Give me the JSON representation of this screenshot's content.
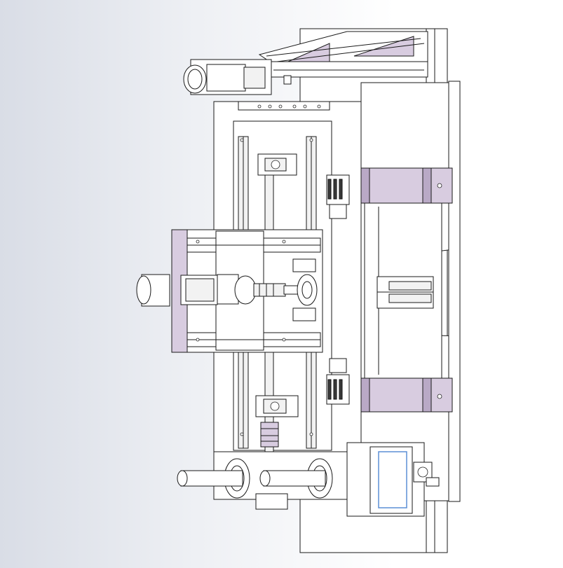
{
  "viewport": {
    "background_colors": [
      "#d9dde6",
      "#ffffff"
    ],
    "accent_colors": {
      "part_lavender": "#d8cce0",
      "part_lavender_dark": "#b9a9c6",
      "body_white": "#ffffff",
      "edge_black": "#1a1a1a",
      "highlight_blue": "#5b8fd6"
    }
  },
  "model": {
    "components": [
      "top-servo-motor",
      "top-bracket-truss",
      "main-back-plate",
      "right-clamp-plate",
      "vertical-linear-guide-frame",
      "horizontal-carriage-plate",
      "left-servo-motor",
      "spindle-coupling",
      "lower-ball-screw",
      "bottom-shafts",
      "bottom-right-control-box"
    ]
  }
}
